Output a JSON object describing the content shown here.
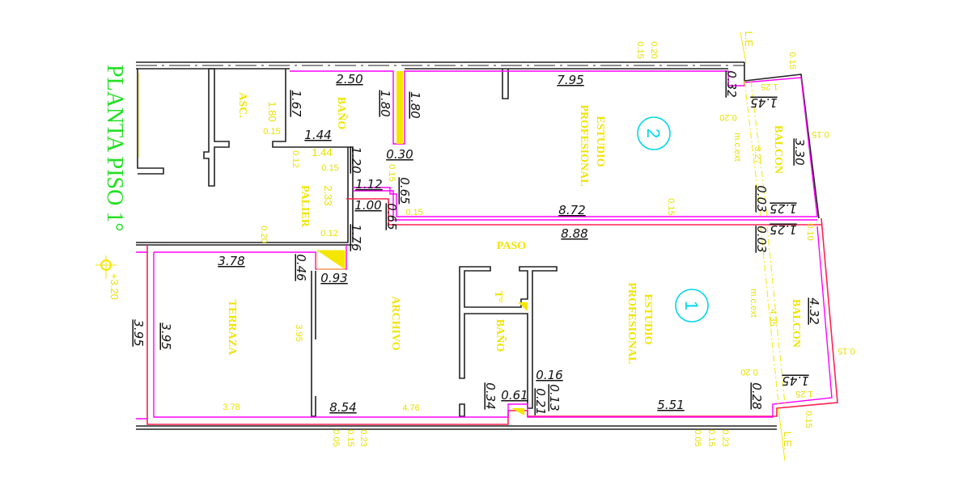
{
  "title": "PLANTA PISO 1°",
  "level": "+3.20",
  "units": [
    {
      "number": "2",
      "room": "ESTUDIO",
      "room2": "PROFESIONAL"
    },
    {
      "number": "1",
      "room": "ESTUDIO",
      "room2": "PROFESIONAL"
    }
  ],
  "rooms": [
    "ASC.",
    "BAÑO",
    "PALIER",
    "BALCON",
    "PASO",
    "T°",
    "ARCHIVO",
    "BAÑO",
    "TERRAZA",
    "BALCON"
  ],
  "dimensions": [
    "2.50",
    "7.95",
    "1.67",
    "1.80",
    "1.80",
    "1.44",
    "0.30",
    "1.20",
    "1.12",
    "0.65",
    "1.00",
    "0.65",
    "1.76",
    "8.72",
    "8.88",
    "0.32",
    "1.45",
    "3.30",
    "0.03",
    "1.25",
    "0.03",
    "1.25",
    "3.78",
    "0.46",
    "0.93",
    "3.95",
    "3.95",
    "8.54",
    "0.34",
    "0.61",
    "0.16",
    "0.21",
    "0.13",
    "5.51",
    "0.28",
    "1.45",
    "4.32"
  ],
  "minor_dimensions": [
    "1.80",
    "0.15",
    "0.12",
    "1.44",
    "0.15",
    "2.33",
    "0.15",
    "0.15",
    "0.12",
    "0.20",
    "0.15",
    "3.95",
    "3.78",
    "4.76",
    "0.05",
    "0.15",
    "0.23",
    "0.05",
    "0.15",
    "0.23",
    "0.15",
    "0.20",
    "L.E.",
    "L.E.",
    "0.15",
    "1.25",
    "0.20",
    "m.c.ext",
    "3.27",
    "0.15",
    "0.10",
    "m.c.ext",
    "4.35",
    "0.15",
    "0.20",
    "1.25",
    "0.15"
  ]
}
